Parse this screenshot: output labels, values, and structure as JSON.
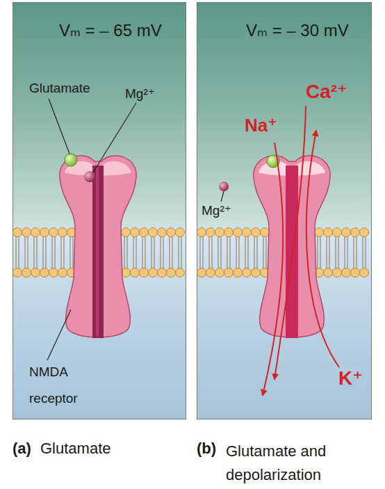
{
  "diagram": {
    "nodes": [
      {
        "text": [
          "Vₘ = – 65 mV"
        ]
      },
      {
        "text": [
          "Vₘ = – 30 mV"
        ]
      }
    ],
    "labels": [
      "Glutamate",
      "Mg²⁺",
      "NMDA receptor",
      "Mg²⁺",
      "Ca²⁺",
      "Na⁺",
      "K⁺",
      "(a)",
      "Glutamate",
      "(b)",
      "Glutamate and depolarization"
    ]
  }
}
